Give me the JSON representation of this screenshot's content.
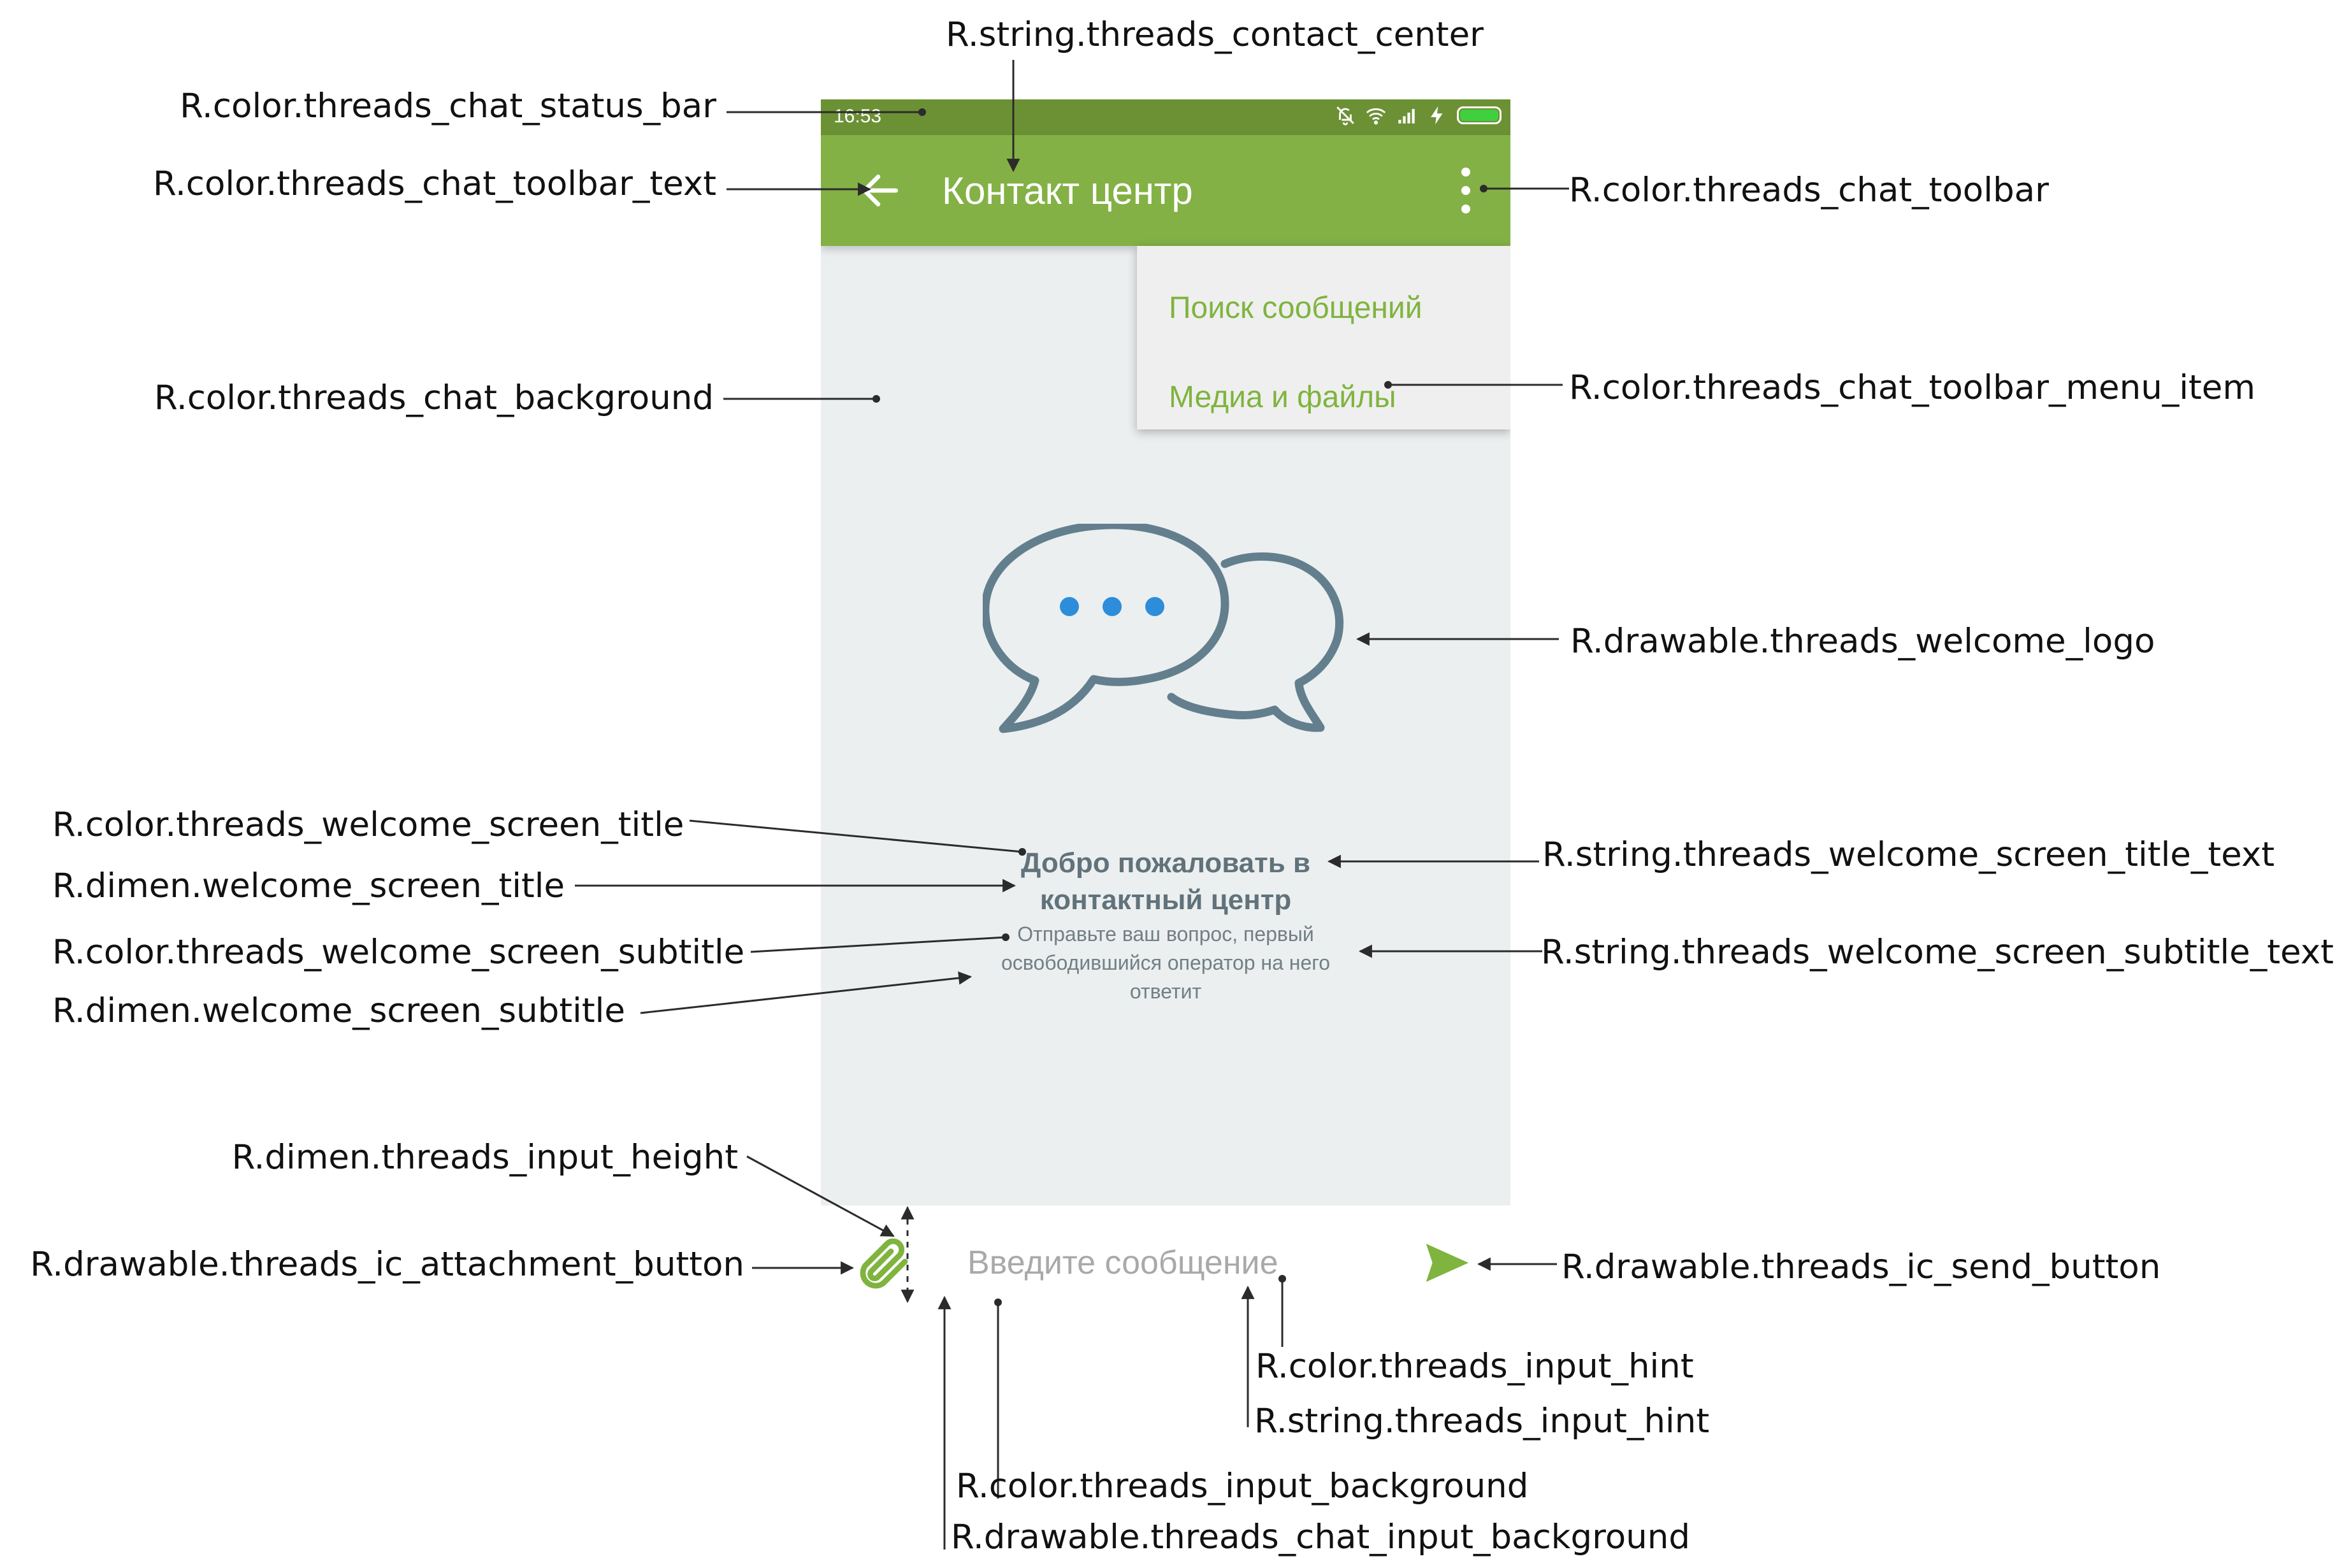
{
  "phone": {
    "status_bar": {
      "time": "16:53"
    },
    "toolbar": {
      "title": "Контакт центр"
    },
    "menu": {
      "items": [
        "Поиск сообщений",
        "Медиа и файлы"
      ]
    },
    "welcome": {
      "title_lines": [
        "Добро пожаловать в",
        "контактный центр"
      ],
      "subtitle_lines": [
        "Отправьте ваш вопрос, первый",
        "освободившийся оператор на него",
        "ответит"
      ]
    },
    "input": {
      "placeholder": "Введите сообщение"
    }
  },
  "annotations": {
    "contact_center": "R.string.threads_contact_center",
    "status_bar": "R.color.threads_chat_status_bar",
    "toolbar_text": "R.color.threads_chat_toolbar_text",
    "toolbar": "R.color.threads_chat_toolbar",
    "chat_background": "R.color.threads_chat_background",
    "toolbar_menu_item": "R.color.threads_chat_toolbar_menu_item",
    "welcome_logo": "R.drawable.threads_welcome_logo",
    "welcome_title_color": "R.color.threads_welcome_screen_title",
    "welcome_title_dimen": "R.dimen.welcome_screen_title",
    "welcome_title_text": "R.string.threads_welcome_screen_title_text",
    "welcome_subtitle_color": "R.color.threads_welcome_screen_subtitle",
    "welcome_subtitle_dimen": "R.dimen.welcome_screen_subtitle",
    "welcome_subtitle_text": "R.string.threads_welcome_screen_subtitle_text",
    "input_height": "R.dimen.threads_input_height",
    "attachment_button": "R.drawable.threads_ic_attachment_button",
    "send_button": "R.drawable.threads_ic_send_button",
    "input_hint_color": "R.color.threads_input_hint",
    "input_hint_string": "R.string.threads_input_hint",
    "input_background_color": "R.color.threads_input_background",
    "input_background_drawable": "R.drawable.threads_chat_input_background"
  },
  "colors": {
    "status_bar": "#6c9135",
    "toolbar": "#83b145",
    "chat_background": "#ebeff0",
    "menu_item": "#7fb43e",
    "welcome_logo": "#637f8d",
    "logo_dots": "#2e8ddb",
    "input_hint": "#a9a9a9",
    "attachment_icon": "#7fb43e",
    "send_icon": "#7fb43e"
  },
  "icons": {
    "back": "arrow-left-icon",
    "more": "more-vertical-icon",
    "logo": "chat-bubbles-icon",
    "attach": "paperclip-icon",
    "send": "send-icon"
  }
}
